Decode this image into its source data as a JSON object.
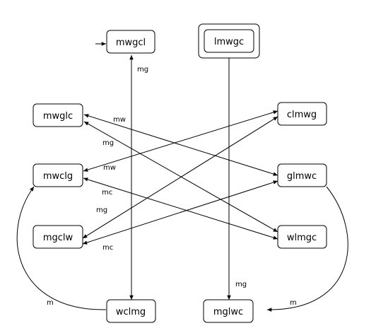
{
  "diagram": {
    "states": {
      "mwgcl": "mwgcl",
      "lmwgc": "lmwgc",
      "mwglc": "mwglc",
      "clmwg": "clmwg",
      "mwclg": "mwclg",
      "glmwc": "glmwc",
      "mgclw": "mgclw",
      "wlmgc": "wlmgc",
      "wclmg": "wclmg",
      "mglwc": "mglwc"
    },
    "edge_labels": {
      "mg_top_left": "mg",
      "mw_1": "mw",
      "mg_2": "mg",
      "mw_2": "mw",
      "mc_1": "mc",
      "mg_3": "mg",
      "mc_2": "mc",
      "m_left": "m",
      "mg_bottom_right": "mg",
      "m_right": "m"
    },
    "stroke_color": "#000000",
    "background": "#ffffff"
  }
}
